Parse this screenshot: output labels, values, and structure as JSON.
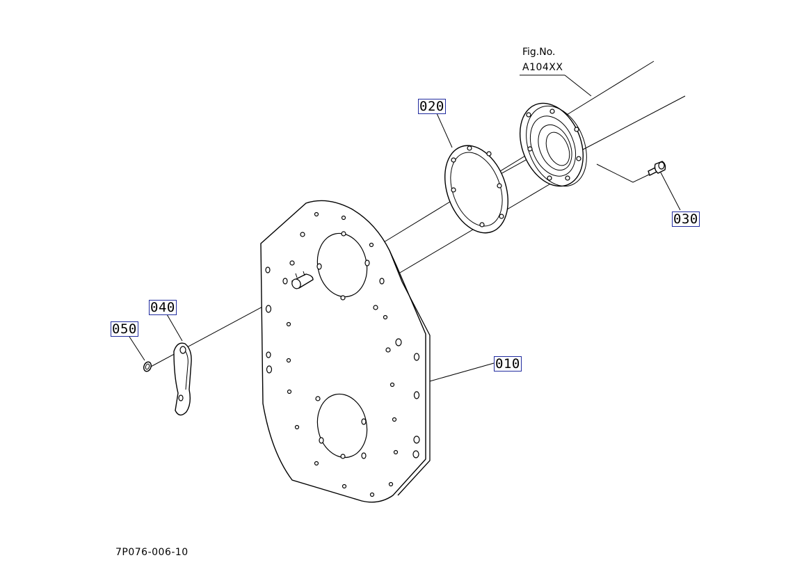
{
  "figure_reference": {
    "label": "Fig.No.",
    "number": "A104XX"
  },
  "drawing_number": "7P076-006-10",
  "callouts": [
    {
      "id": "010",
      "label": "010"
    },
    {
      "id": "020",
      "label": "020"
    },
    {
      "id": "030",
      "label": "030"
    },
    {
      "id": "040",
      "label": "040"
    },
    {
      "id": "050",
      "label": "050"
    }
  ],
  "colors": {
    "line": "#000000",
    "callout_border": "#1f2a9e",
    "background": "#ffffff"
  }
}
